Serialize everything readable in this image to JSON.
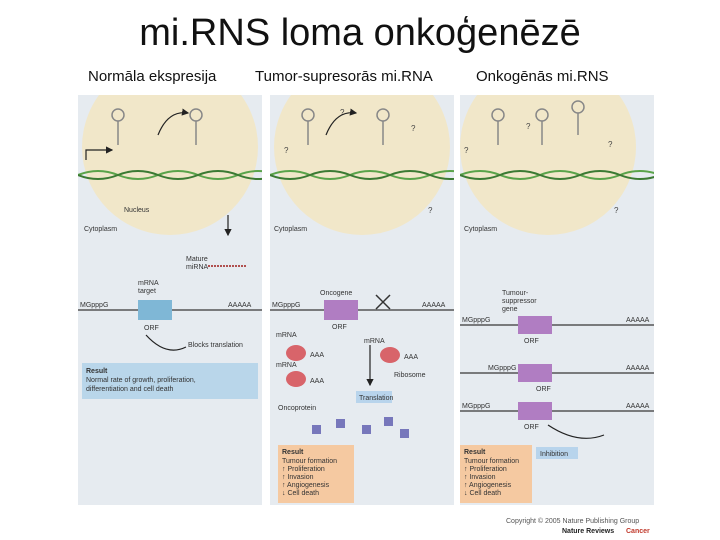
{
  "title": "mi.RNS loma onkoģenēzē",
  "columns": [
    "Normāla ekspresija",
    "Tumor-supresorās mi.RNA",
    "Onkogēnās mi.RNS"
  ],
  "panel_a": {
    "nucleus": "Nucleus",
    "cytoplasm": "Cytoplasm",
    "mature_mirna": [
      "Mature",
      "miRNA"
    ],
    "mrna_target": [
      "mRNA",
      "target"
    ],
    "cap": "MGpppG",
    "polya": "AAAAA",
    "orf": "ORF",
    "blocks": "Blocks translation",
    "result_title": "Result",
    "result_lines": [
      "Normal rate of growth, proliferation,",
      "differentiation and cell death"
    ]
  },
  "panel_b": {
    "q": "?",
    "cytoplasm": "Cytoplasm",
    "oncogene": "Oncogene",
    "cap": "MGpppG",
    "polya": "AAAAA",
    "orf": "ORF",
    "mrna": "mRNA",
    "aaa": "AAA",
    "ribosome": "Ribosome",
    "translation": "Translation",
    "oncoprotein": "Oncoprotein",
    "result_title": "Result",
    "result_lines": [
      "Tumour formation",
      "↑ Proliferation",
      "↑ Invasion",
      "↑ Angiogenesis",
      "↓ Cell death"
    ]
  },
  "panel_c": {
    "q": "?",
    "cytoplasm": "Cytoplasm",
    "tsg": [
      "Tumour-",
      "suppressor",
      "gene"
    ],
    "cap": "MGpppG",
    "polya": "AAAAA",
    "orf": "ORF",
    "inhibition": "Inhibition",
    "result_title": "Result",
    "result_lines": [
      "Tumour formation",
      "↑ Proliferation",
      "↑ Invasion",
      "↑ Angiogenesis",
      "↓ Cell death"
    ]
  },
  "copyright": "Copyright © 2005 Nature Publishing Group",
  "journal": "Nature Reviews",
  "journal_sub": "Cancer",
  "colors": {
    "nucleus": "#f1e7c9",
    "panel_bg": "#e6ebf0",
    "result_blue": "#b9d6ea",
    "result_orange": "#f5c9a1",
    "orf_box": "#b07dc2",
    "ribosome": "#d8646a",
    "dna_green": "#5aa34a",
    "translation_box": "#b8d4ec",
    "oncoprotein": "#7777bb"
  }
}
